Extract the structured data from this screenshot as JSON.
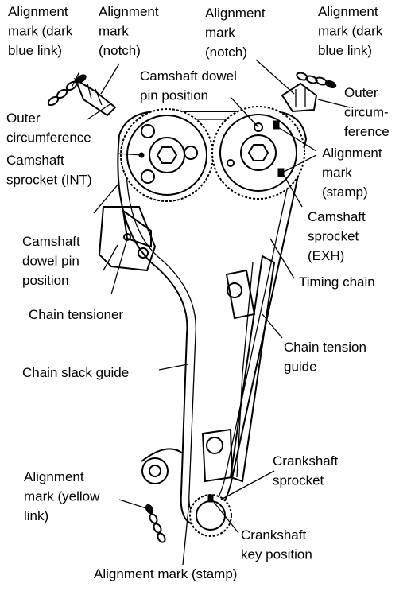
{
  "labels": {
    "align_dark_blue_left": [
      "Alignment",
      "mark (dark",
      "blue link)"
    ],
    "align_notch_left": [
      "Alignment",
      "mark",
      "(notch)"
    ],
    "align_notch_right": [
      "Alignment",
      "mark",
      "(notch)"
    ],
    "align_dark_blue_right": [
      "Alignment",
      "mark (dark",
      "blue link)"
    ],
    "outer_circ_left": [
      "Outer",
      "circumference"
    ],
    "outer_circ_right": [
      "Outer",
      "circum-",
      "ference"
    ],
    "cam_dowel_top": [
      "Camshaft dowel",
      "pin position"
    ],
    "cam_sprocket_int": [
      "Camshaft",
      "sprocket (INT)"
    ],
    "align_stamp_right": [
      "Alignment",
      "mark",
      "(stamp)"
    ],
    "cam_sprocket_exh": [
      "Camshaft",
      "sprocket",
      "(EXH)"
    ],
    "cam_dowel_left": [
      "Camshaft",
      "dowel pin",
      "position"
    ],
    "timing_chain": [
      "Timing chain"
    ],
    "chain_tensioner": [
      "Chain tensioner"
    ],
    "chain_tension_guide": [
      "Chain tension",
      "guide"
    ],
    "chain_slack_guide": [
      "Chain slack guide"
    ],
    "crank_sprocket": [
      "Crankshaft",
      "sprocket"
    ],
    "align_yellow": [
      "Alignment",
      "mark (yellow",
      "link)"
    ],
    "crank_key": [
      "Crankshaft",
      "key position"
    ],
    "align_stamp_bottom": [
      "Alignment mark (stamp)"
    ]
  }
}
